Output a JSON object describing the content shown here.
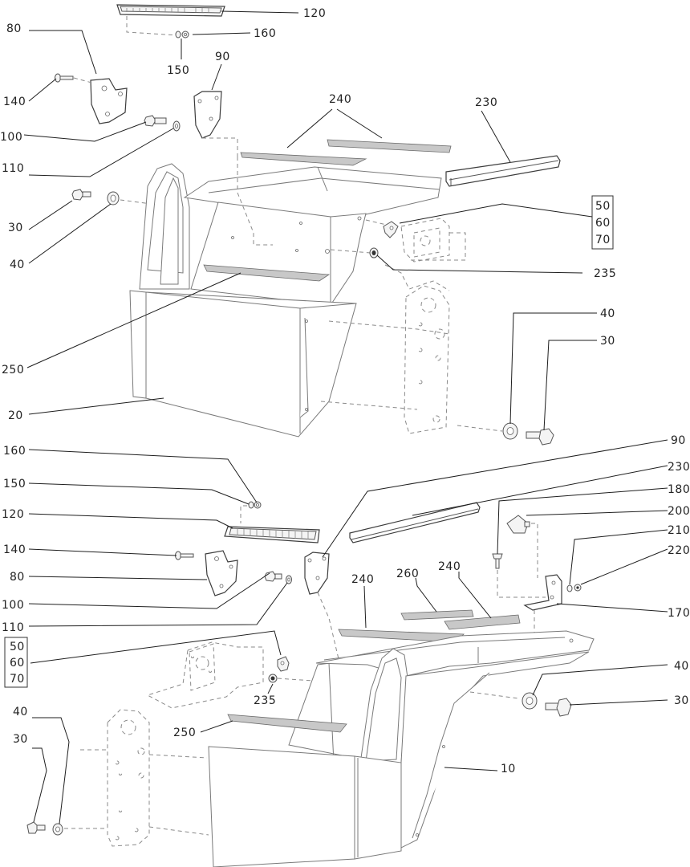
{
  "labels": {
    "l120_top": "120",
    "l160_top": "160",
    "l150_top": "150",
    "l80_top": "80",
    "l90_top": "90",
    "l140_top": "140",
    "l100_top": "100",
    "l110_top": "110",
    "l240_top": "240",
    "l230_top": "230",
    "l30_top_left": "30",
    "l40_top_left": "40",
    "box_top": [
      "50",
      "60",
      "70"
    ],
    "l235_top": "235",
    "l250_top": "250",
    "l40_top_right": "40",
    "l30_top_right": "30",
    "l20": "20",
    "l160_bottom": "160",
    "l150_bottom": "150",
    "l120_bottom": "120",
    "l140_bottom": "140",
    "l80_bottom": "80",
    "l100_bottom": "100",
    "l110_bottom": "110",
    "box_bottom": [
      "50",
      "60",
      "70"
    ],
    "l90_bottom": "90",
    "l230_bottom": "230",
    "l180": "180",
    "l200": "200",
    "l210": "210",
    "l220": "220",
    "l170": "170",
    "l240_bottom_a": "240",
    "l260": "260",
    "l240_bottom_b": "240",
    "l40_bottom_right": "40",
    "l30_bottom_right": "30",
    "l235_bottom": "235",
    "l250_bottom": "250",
    "l10": "10",
    "l40_bottom_left": "40",
    "l30_bottom_left": "30"
  },
  "colors": {
    "line": "#7a7a7a",
    "leader": "#1e1e1e",
    "strip": "#c8c8c8",
    "text": "#222222"
  }
}
